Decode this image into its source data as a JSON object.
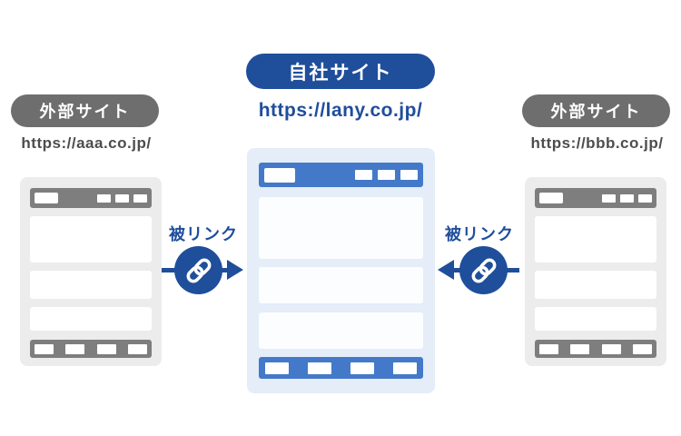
{
  "center_site": {
    "pill_label": "自社サイト",
    "url": "https://lany.co.jp/"
  },
  "left_site": {
    "pill_label": "外部サイト",
    "url": "https://aaa.co.jp/",
    "arrow_label": "被リンク"
  },
  "right_site": {
    "pill_label": "外部サイト",
    "url": "https://bbb.co.jp/",
    "arrow_label": "被リンク"
  },
  "icons": {
    "left_arrow": "chain-link-icon",
    "right_arrow": "chain-link-icon"
  },
  "colors": {
    "navy_blue": "#1f4e9b",
    "browser_blue": "#4479c9",
    "light_blue_card": "#e4edf8",
    "gray_pill": "#6e6e6e",
    "gray_browser_bar": "#7e7e7e",
    "light_gray_card": "#ececec",
    "gray_url_text": "#4d4d4d",
    "white": "#ffffff"
  }
}
